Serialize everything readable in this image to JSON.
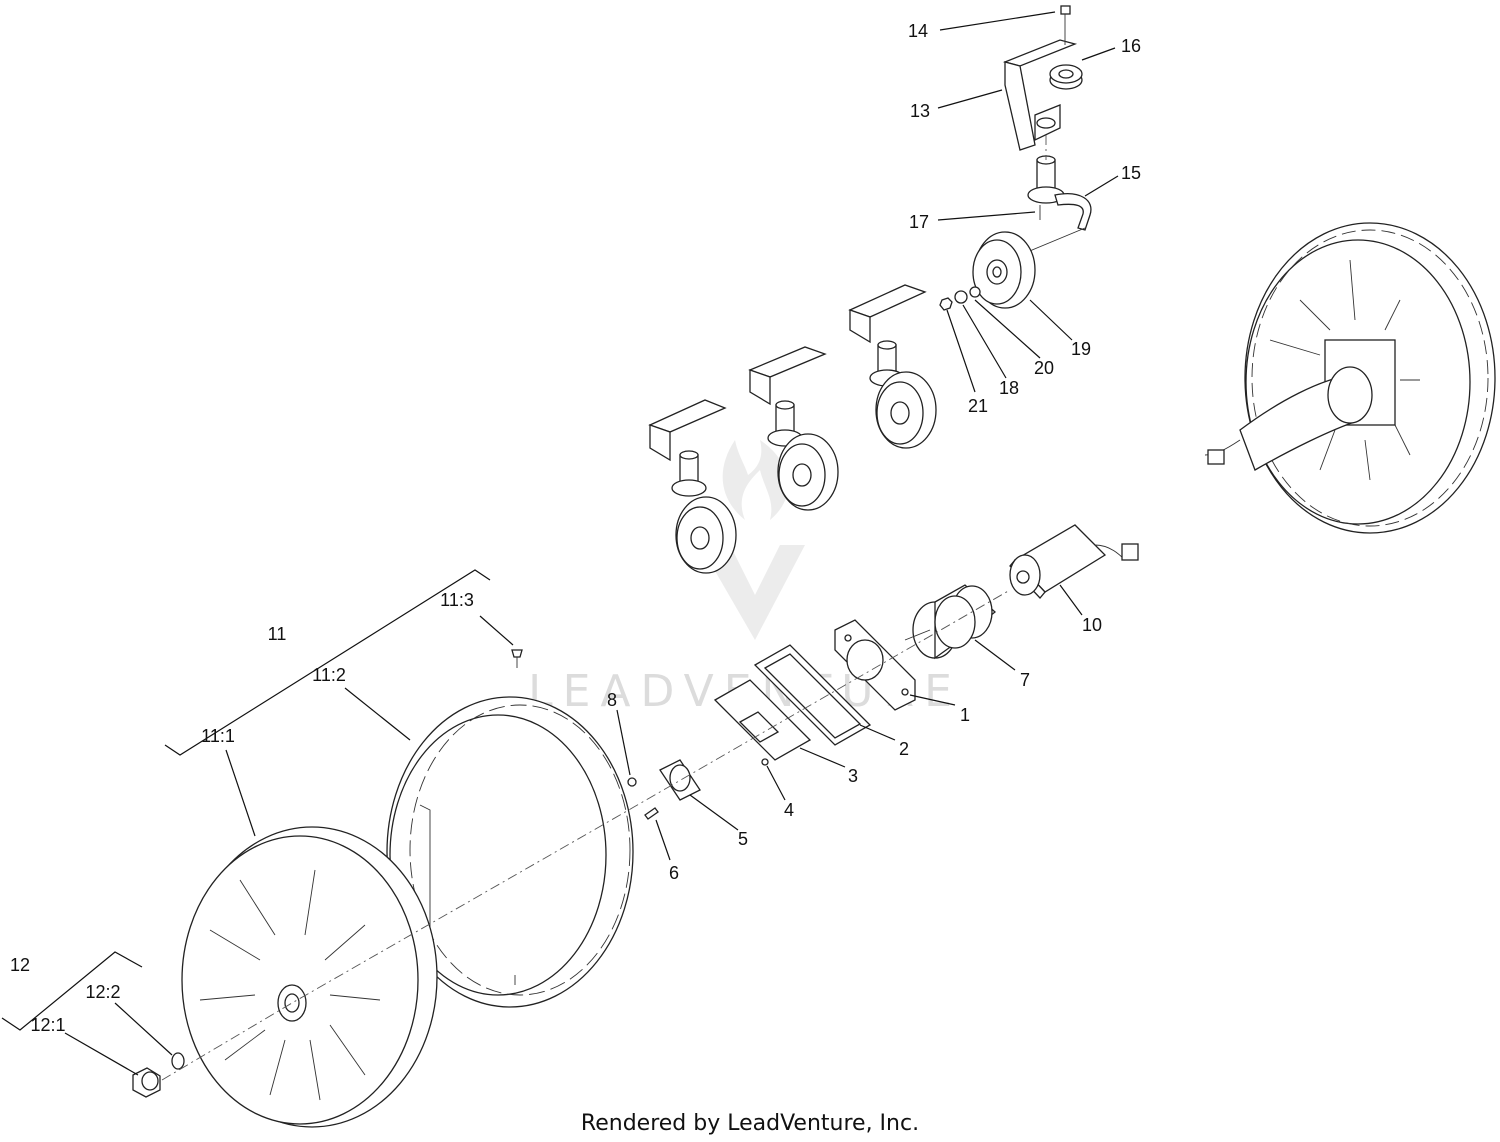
{
  "callouts": [
    {
      "id": "c14",
      "text": "14"
    },
    {
      "id": "c16",
      "text": "16"
    },
    {
      "id": "c13",
      "text": "13"
    },
    {
      "id": "c15",
      "text": "15"
    },
    {
      "id": "c17",
      "text": "17"
    },
    {
      "id": "c19",
      "text": "19"
    },
    {
      "id": "c20",
      "text": "20"
    },
    {
      "id": "c18",
      "text": "18"
    },
    {
      "id": "c21",
      "text": "21"
    },
    {
      "id": "c10",
      "text": "10"
    },
    {
      "id": "c7",
      "text": "7"
    },
    {
      "id": "c1",
      "text": "1"
    },
    {
      "id": "c2",
      "text": "2"
    },
    {
      "id": "c3",
      "text": "3"
    },
    {
      "id": "c4",
      "text": "4"
    },
    {
      "id": "c5",
      "text": "5"
    },
    {
      "id": "c6",
      "text": "6"
    },
    {
      "id": "c8",
      "text": "8"
    },
    {
      "id": "c11",
      "text": "11"
    },
    {
      "id": "c11_3",
      "text": "11:3"
    },
    {
      "id": "c11_2",
      "text": "11:2"
    },
    {
      "id": "c11_1",
      "text": "11:1"
    },
    {
      "id": "c12",
      "text": "12"
    },
    {
      "id": "c12_2",
      "text": "12:2"
    },
    {
      "id": "c12_1",
      "text": "12:1"
    }
  ],
  "watermark": {
    "text": "LEADVENTURE"
  },
  "footer": {
    "text": "Rendered by LeadVenture, Inc."
  }
}
